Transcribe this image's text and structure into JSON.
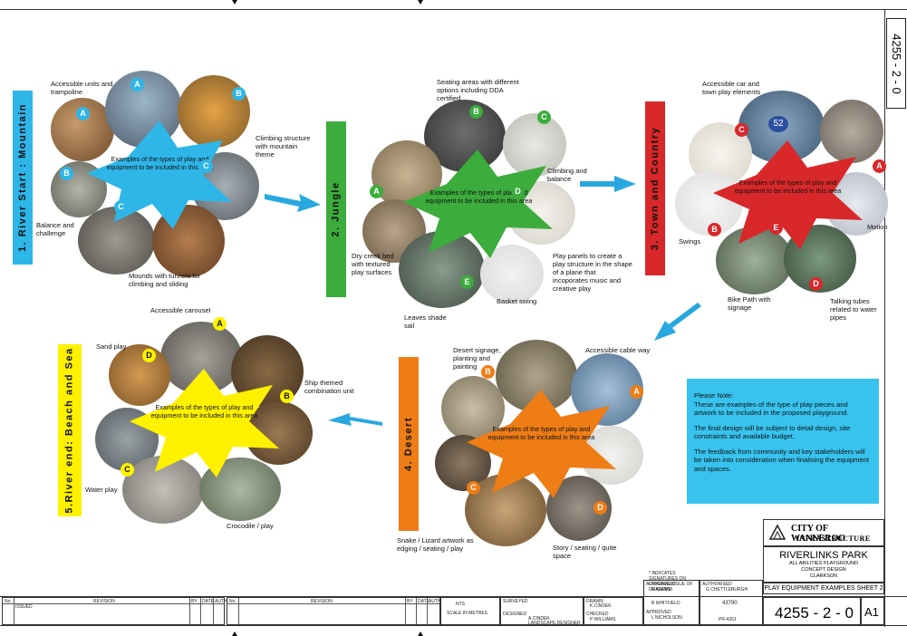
{
  "sheet_ref_vertical": "4255 - 2 - 0",
  "zones": {
    "river_start": {
      "band": "1. River Start : Mountain",
      "center": "Examples of the types of play and equipment to be included in this area",
      "labels": {
        "accessible": "Accessible units and trampoline",
        "climbing": "Climbing structure with mountain theme",
        "balance": "Balance and challenge",
        "mounds": "Mounds with tunnels for climbing and sliding"
      },
      "badges": [
        "A",
        "A",
        "B",
        "B",
        "C",
        "C"
      ]
    },
    "jungle": {
      "band": "2. Jungle",
      "center": "Examples of the types of play and equipment to be included in this area",
      "labels": {
        "seating": "Seating areas with different options including DDA certified",
        "climbing": "Climbing and balance",
        "creek": "Dry creek bed with textured play surfaces",
        "panels": "Play panels to create a play structure in the shape of a plane that incoporates music and creative play",
        "basket": "Basket swing",
        "leaves": "Leaves shade sail"
      },
      "badges": [
        "B",
        "C",
        "A",
        "D",
        "E"
      ]
    },
    "town": {
      "band": "3. Town and Country",
      "center": "Examples of the types of play and equipment to be included in this area",
      "labels": {
        "accessible": "Accessible car and town play elements",
        "swings": "Swings",
        "motion": "Motion",
        "bike": "Bike Path with signage",
        "tubes": "Talking tubes related to water pipes"
      },
      "badges": [
        "C",
        "A",
        "B",
        "E",
        "D"
      ],
      "sign_number": "52"
    },
    "beach": {
      "band": "5.River end: Beach and Sea",
      "center": "Examples of the types of play and equipment to be included in this area",
      "labels": {
        "carousel": "Accessible carousel",
        "sand": "Sand play",
        "ship": "Ship themed combination unit",
        "water": "Water play",
        "croc": "Crocodile / play"
      },
      "badges": [
        "A",
        "D",
        "B",
        "C"
      ]
    },
    "desert": {
      "band": "4. Desert",
      "center": "Examples of the types of play and equipment to be included in this area",
      "labels": {
        "signage": "Desert signage, planting and painting",
        "cable": "Accessible cable way",
        "snake": "Snake / Lizard artwork as edging / seating / play",
        "story": "Story / seating / quite space"
      },
      "badges": [
        "B",
        "A",
        "C",
        "D"
      ]
    }
  },
  "note": {
    "title": "Please Note:",
    "p1": "These are examples of the type of play pieces and artwork to be included in the proposed playground.",
    "p2": "The final design will be subject to detail design, site constraints and available budget.",
    "p3": "The feedback from community and key stakeholders will be taken into consideration when finalising the equipment and spaces."
  },
  "title_block": {
    "city": "CITY OF WANNEROO",
    "dept": "INFRASTRUCTURE",
    "project": "RIVERLINKS PARK",
    "sub1": "ALL ABILITIES PLAYGROUND",
    "sub2": "CONCEPT DESIGN",
    "sub3": "CLARKSON",
    "sheet_title": "PLAY EQUIPMENT EXAMPLES   SHEET 2",
    "drawing_no": "4255 - 2 - 0",
    "size": "A1",
    "sig_note": "* INDICATES SIGNATURES ON ORIGINAL ISSUE OF DRAWING",
    "file_no": "43790",
    "project_no": "PR-4261",
    "nts": "NTS",
    "scale": "SCALE IN METRES",
    "surveyed": "SURVEYED",
    "designed": "DESIGNED",
    "drawn": "DRAWN",
    "checked": "CHECKED",
    "authorised": "AUTHORISED",
    "approved": "APPROVED",
    "designer": "A.CINDEK",
    "landscape_designer": "LANDSCAPE DESIGNER",
    "drawn_by": "K.CINDEK",
    "coord": "P WILLIAMS",
    "auth1": "R KLEMM",
    "auth2": "B WHITFIELD",
    "auth3": "L NICHOLSON",
    "auth4": "G CHETTLEBURGH",
    "revision": "REVISION",
    "issued": "ISSUED",
    "no": "No.",
    "date": "DATE",
    "by": "BY",
    "auth": "AUTH"
  },
  "colors": {
    "cyan": "#2fb6e8",
    "green": "#3cac3c",
    "red": "#d8282a",
    "yellow": "#fff100",
    "orange": "#ee7d16",
    "arrow": "#29a8e0"
  }
}
